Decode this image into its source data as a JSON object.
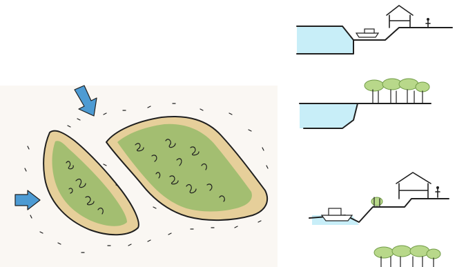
{
  "canvas": {
    "background": "#ffffff",
    "paper_left": "#faf7f3"
  },
  "palette": {
    "water": "#8ad3e8",
    "water_light": "#c8eef8",
    "sand": "#e6cf9a",
    "sand_dark": "#d7bb7e",
    "green": "#9fbd6f",
    "green_dark": "#6f9a45",
    "tree": "#b8d88a",
    "arrow": "#4d9bd3",
    "ink": "#1f1f1f"
  },
  "figures": {
    "left_plan": {
      "icons": [
        "wind-arrow-icon",
        "wind-arrow-icon"
      ],
      "islands": [
        "island-left",
        "island-right"
      ]
    },
    "right_sections": [
      {
        "name": "section-house-and-boat"
      },
      {
        "name": "section-trees-on-bank"
      },
      {
        "name": "section-house-boat-and-plants"
      },
      {
        "name": "section-trees-on-land"
      }
    ]
  }
}
